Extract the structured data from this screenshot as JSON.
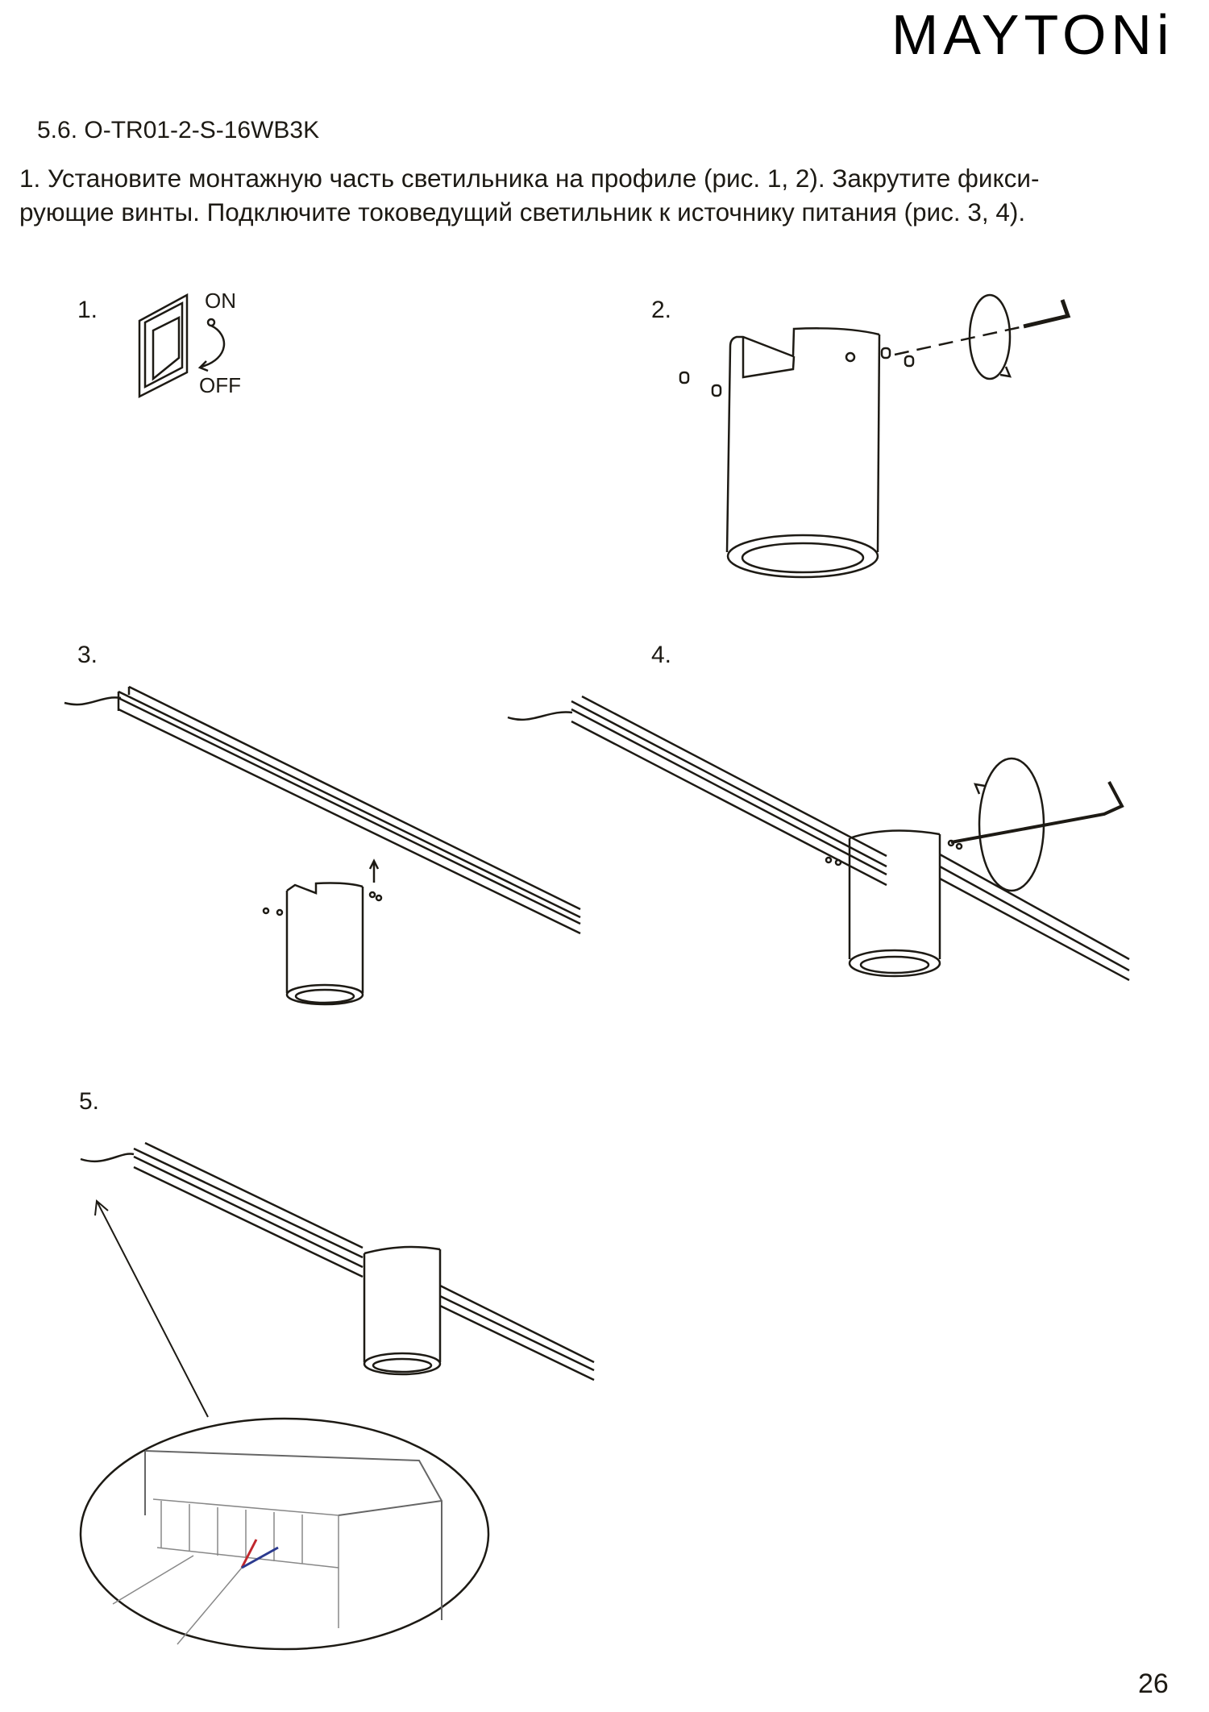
{
  "header": {
    "logo": "MAYTONi"
  },
  "section": {
    "title": "5.6. O-TR01-2-S-16WB3K",
    "instruction_line1": "1. Установите монтажную часть светильника на профиле (рис. 1, 2). Закрутите фикси-",
    "instruction_line2": "рующие винты. Подключите токоведущий светильник к источнику питания (рис. 3, 4)."
  },
  "figures": {
    "fig1": {
      "label": "1.",
      "on": "ON",
      "off": "OFF"
    },
    "fig2": {
      "label": "2."
    },
    "fig3": {
      "label": "3."
    },
    "fig4": {
      "label": "4."
    },
    "fig5": {
      "label": "5."
    }
  },
  "colors": {
    "ink": "#1d1a14",
    "wire_red": "#c0272d",
    "wire_blue": "#2b3a8f"
  },
  "footer": {
    "page_number": "26"
  }
}
